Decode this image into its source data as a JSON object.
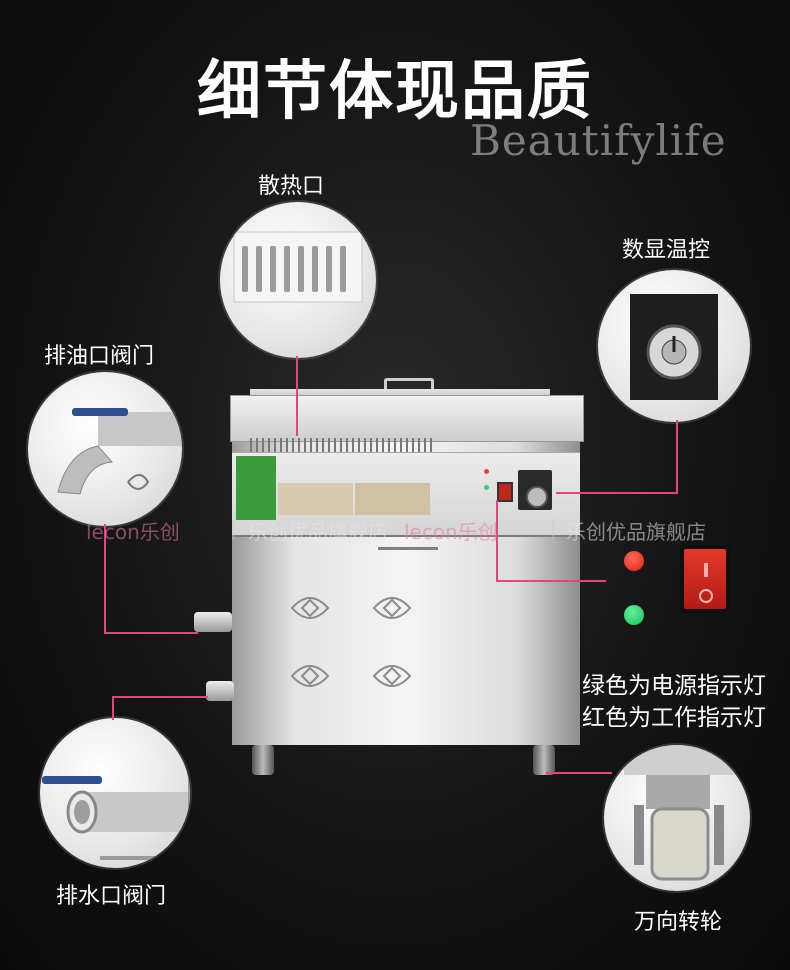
{
  "title": "细节体现品质",
  "brand_script": "Beautifylife",
  "callouts": {
    "vent": "散热口",
    "temp_control": "数显温控",
    "oil_valve": "排油口阀门",
    "indicator_green": "绿色为电源指示灯",
    "indicator_red": "红色为工作指示灯",
    "water_valve": "排水口阀门",
    "caster": "万向转轮"
  },
  "watermarks": {
    "logo_left": "lecon乐创",
    "store_left": "乐创优品旗舰店",
    "logo_right": "lecon乐创",
    "store_right": "乐创优品旗舰店",
    "separator": "|"
  },
  "colors": {
    "leader_line": "#e8427f",
    "background": "#141414",
    "power_led": "#18c05a",
    "work_led": "#e21f10"
  },
  "icons": [
    "vent-grille-icon",
    "thermostat-knob-icon",
    "valve-icon",
    "rocker-switch-icon",
    "caster-wheel-icon"
  ]
}
